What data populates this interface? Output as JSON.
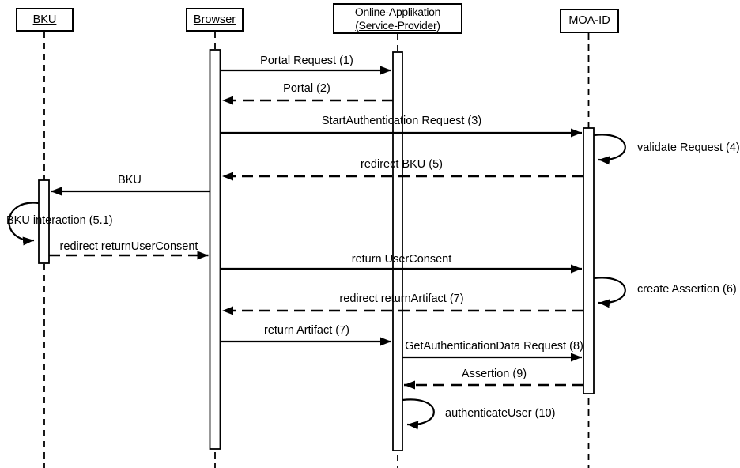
{
  "diagram": {
    "kind": "uml-sequence-diagram",
    "language": "mixed-german-english"
  },
  "colors": {
    "line": "#000000",
    "background": "#ffffff",
    "text": "#000000"
  },
  "actors": [
    {
      "id": "bku",
      "label": "BKU"
    },
    {
      "id": "browser",
      "label": "Browser"
    },
    {
      "id": "online-app",
      "label": "Online-Applikation (Service-Provider)"
    },
    {
      "id": "moa-id",
      "label": "MOA-ID"
    }
  ],
  "messages": [
    {
      "label": "Portal Request (1)",
      "from": "Browser",
      "to": "Online-Applikation (Service-Provider)",
      "style": "solid-arrow"
    },
    {
      "label": "Portal (2)",
      "from": "Online-Applikation (Service-Provider)",
      "to": "Browser",
      "style": "dashed-arrow"
    },
    {
      "label": "StartAuthentication Request (3)",
      "from": "Browser",
      "to": "MOA-ID",
      "style": "solid-arrow"
    },
    {
      "label": "validate Request (4)",
      "from": "MOA-ID",
      "to": "MOA-ID",
      "style": "self-loop"
    },
    {
      "label": "redirect BKU (5)",
      "from": "MOA-ID",
      "to": "Browser",
      "style": "dashed-arrow"
    },
    {
      "label": "BKU",
      "from": "Browser",
      "to": "BKU",
      "style": "solid-arrow"
    },
    {
      "label": "BKU interaction (5.1)",
      "from": "BKU",
      "to": "BKU",
      "style": "self-loop"
    },
    {
      "label": "redirect returnUserConsent",
      "from": "BKU",
      "to": "Browser",
      "style": "dashed-arrow"
    },
    {
      "label": "return UserConsent",
      "from": "Browser",
      "to": "MOA-ID",
      "style": "solid-arrow"
    },
    {
      "label": "create Assertion (6)",
      "from": "MOA-ID",
      "to": "MOA-ID",
      "style": "self-loop"
    },
    {
      "label": "redirect returnArtifact (7)",
      "from": "MOA-ID",
      "to": "Browser",
      "style": "dashed-arrow"
    },
    {
      "label": "return Artifact (7)",
      "from": "Browser",
      "to": "Online-Applikation (Service-Provider)",
      "style": "solid-arrow"
    },
    {
      "label": "GetAuthenticationData Request (8)",
      "from": "Online-Applikation (Service-Provider)",
      "to": "MOA-ID",
      "style": "solid-arrow"
    },
    {
      "label": "Assertion (9)",
      "from": "MOA-ID",
      "to": "Online-Applikation (Service-Provider)",
      "style": "dashed-arrow"
    },
    {
      "label": "authenticateUser (10)",
      "from": "Online-Applikation (Service-Provider)",
      "to": "Online-Applikation (Service-Provider)",
      "style": "self-loop"
    }
  ]
}
